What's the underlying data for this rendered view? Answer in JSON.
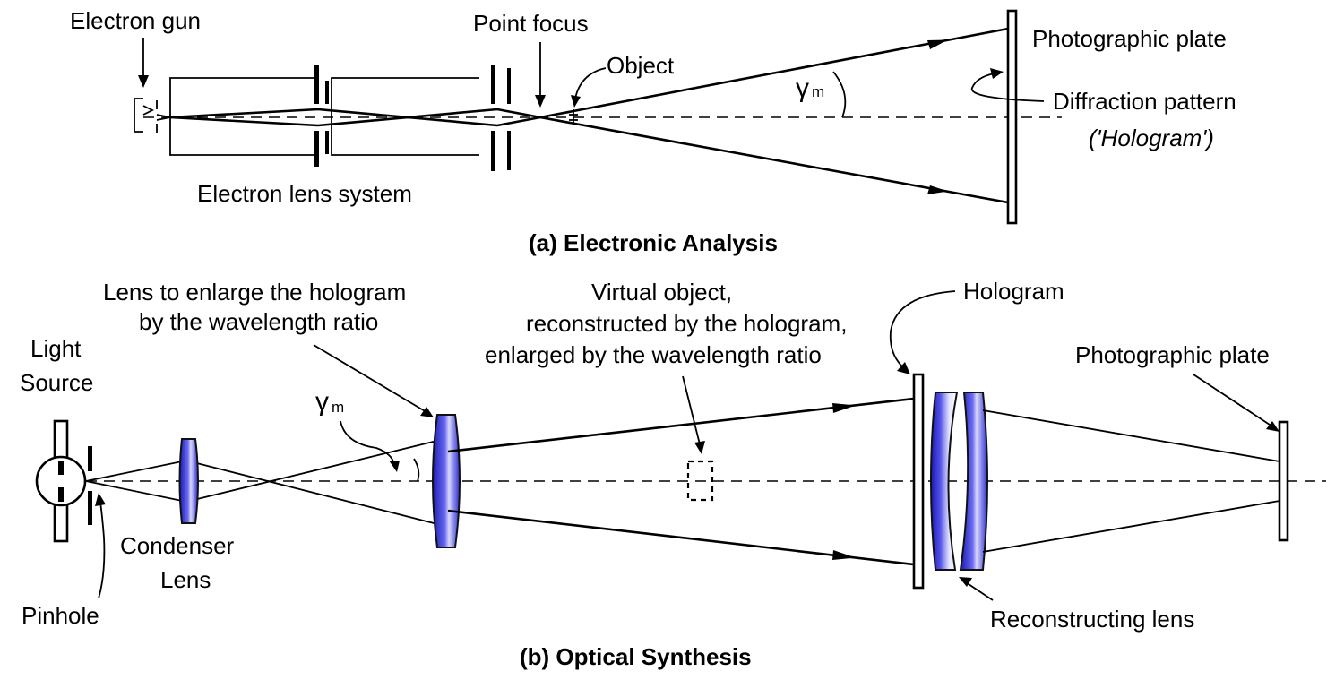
{
  "panel_a": {
    "caption": "(a) Electronic Analysis",
    "electron_gun": "Electron gun",
    "point_focus": "Point focus",
    "object": "Object",
    "photographic_plate": "Photographic plate",
    "diffraction_pattern": "Diffraction pattern",
    "hologram": "('Hologram')",
    "lens_system": "Electron lens system",
    "gamma": "γ",
    "gamma_sub": "m"
  },
  "panel_b": {
    "caption": "(b) Optical Synthesis",
    "lens_enlarge_line1": "Lens to enlarge the hologram",
    "lens_enlarge_line2": "by the wavelength ratio",
    "virtual_object_line1": "Virtual object,",
    "virtual_object_line2": "reconstructed by the hologram,",
    "virtual_object_line3": "enlarged by the wavelength ratio",
    "hologram": "Hologram",
    "photographic_plate": "Photographic plate",
    "light_line1": "Light",
    "light_line2": "Source",
    "condenser_line1": "Condenser",
    "condenser_line2": "Lens",
    "pinhole": "Pinhole",
    "reconstructing_lens": "Reconstructing lens",
    "gamma": "γ",
    "gamma_sub": "m"
  },
  "colors": {
    "lens_blue": "#2020c8",
    "lens_light": "#e8e8ff"
  }
}
